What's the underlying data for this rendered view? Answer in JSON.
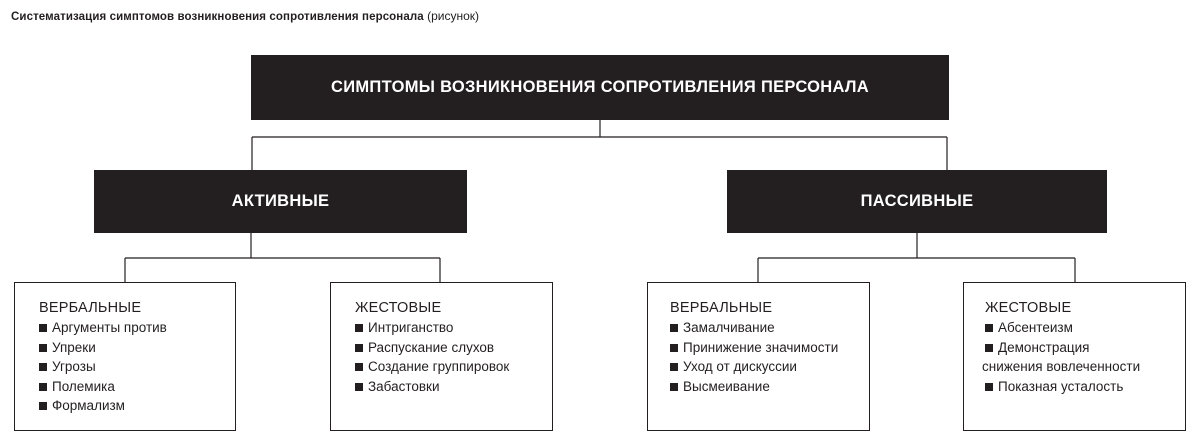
{
  "caption": {
    "bold": "Систематизация симптомов возникновения сопротивления персонала",
    "normal": "(рисунок)"
  },
  "root": {
    "label": "СИМПТОМЫ ВОЗНИКНОВЕНИЯ СОПРОТИВЛЕНИЯ ПЕРСОНАЛА"
  },
  "categories": [
    {
      "label": "АКТИВНЫЕ",
      "groups": [
        {
          "title": "ВЕРБАЛЬНЫЕ",
          "items": [
            "Аргументы против",
            "Упреки",
            "Угрозы",
            "Полемика",
            "Формализм"
          ]
        },
        {
          "title": "ЖЕСТОВЫЕ",
          "items": [
            "Интриганство",
            "Распускание слухов",
            "Создание группировок",
            "Забастовки"
          ]
        }
      ]
    },
    {
      "label": "ПАССИВНЫЕ",
      "groups": [
        {
          "title": "ВЕРБАЛЬНЫЕ",
          "items": [
            "Замалчивание",
            "Принижение значимости",
            "Уход от дискуссии",
            "Высмеивание"
          ]
        },
        {
          "title": "ЖЕСТОВЫЕ",
          "items": [
            "Абсентеизм",
            "Демонстрация",
            "Показная усталость"
          ],
          "item_2_continuation": "снижения вовлеченности"
        }
      ]
    }
  ]
}
